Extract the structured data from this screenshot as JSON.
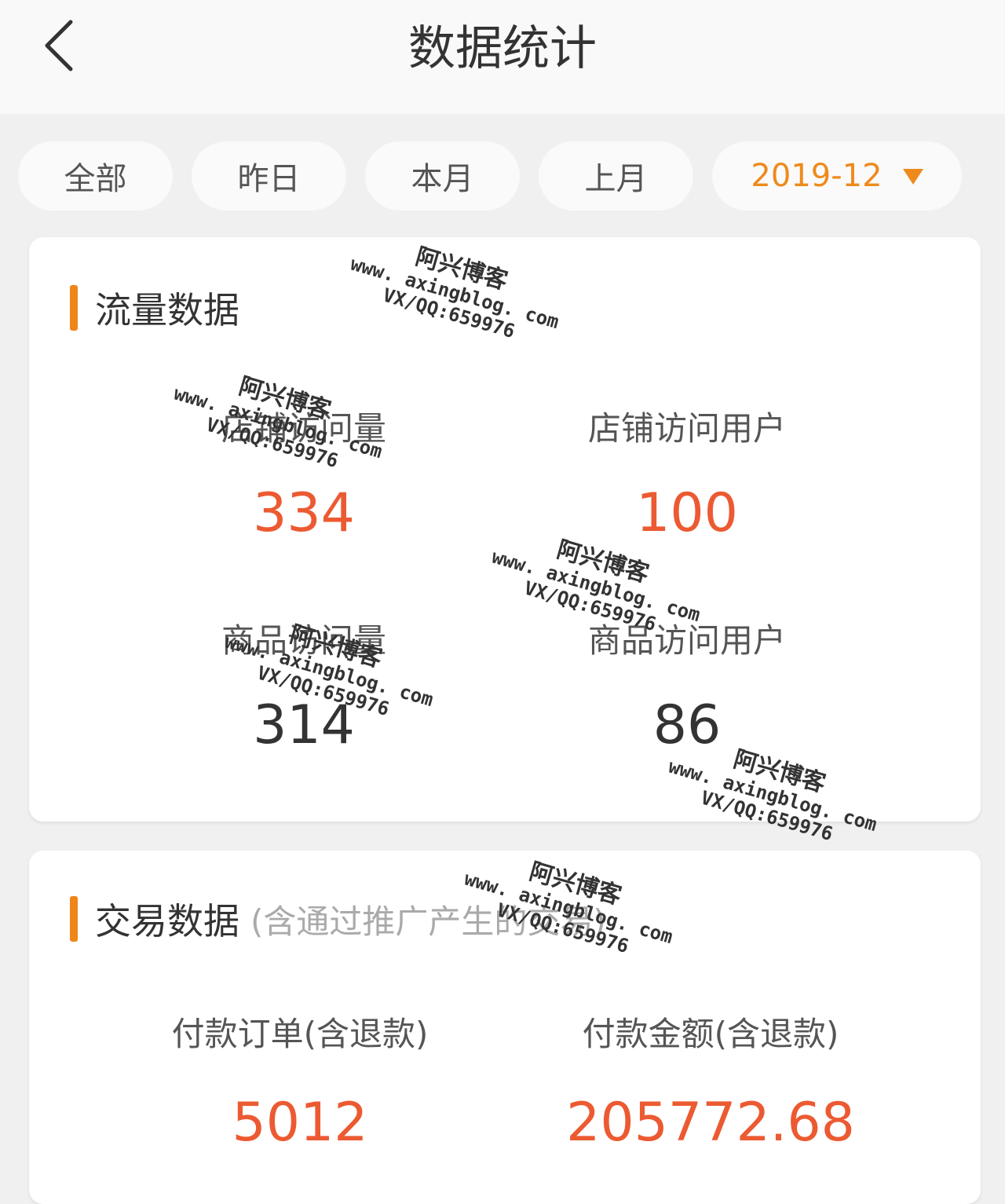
{
  "header": {
    "title": "数据统计"
  },
  "filters": [
    {
      "label": "全部"
    },
    {
      "label": "昨日"
    },
    {
      "label": "本月"
    },
    {
      "label": "上月"
    },
    {
      "label": "2019-12"
    }
  ],
  "flow_section": {
    "title": "流量数据",
    "stats": [
      {
        "label": "店铺访问量",
        "value": "334"
      },
      {
        "label": "店铺访问用户",
        "value": "100"
      },
      {
        "label": "商品访问量",
        "value": "314"
      },
      {
        "label": "商品访问用户",
        "value": "86"
      }
    ]
  },
  "trade_section": {
    "title": "交易数据",
    "subtitle": "(含通过推广产生的交易)",
    "stats": [
      {
        "label": "付款订单(含退款)",
        "value": "5012"
      },
      {
        "label": "付款金额(含退款)",
        "value": "205772.68"
      }
    ]
  },
  "watermark": {
    "name": "阿兴博客",
    "url": "www. axingblog. com",
    "contact": "VX/QQ:659976"
  },
  "colors": {
    "accent": "#ee8a1c",
    "value_highlight": "#ec5a32",
    "section_bar": "#f08518"
  },
  "icons": {
    "back": "chevron-left-icon",
    "dropdown": "caret-down-icon"
  }
}
